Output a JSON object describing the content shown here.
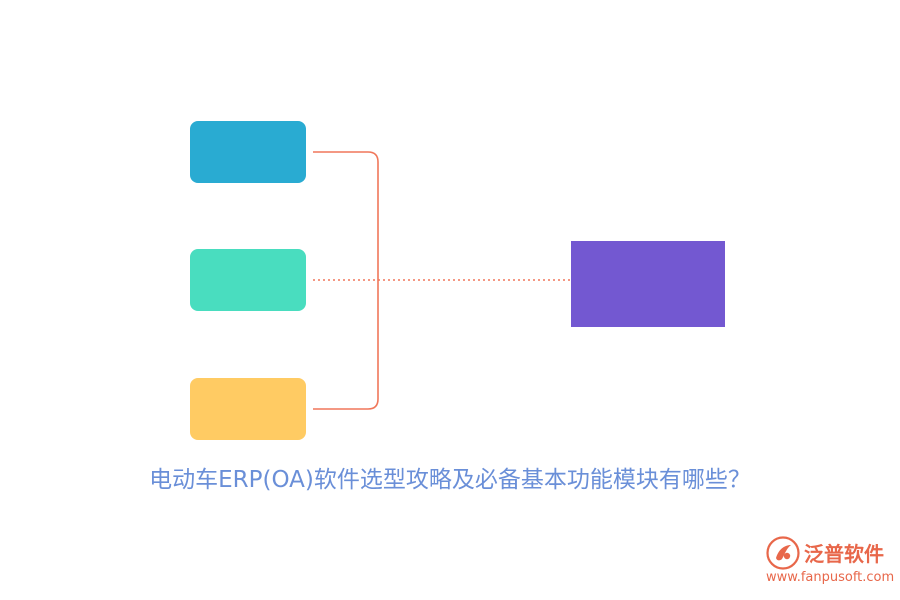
{
  "diagram": {
    "nodes": [
      {
        "id": "blue-node",
        "label": "",
        "color": "#29ABD2",
        "shape": "rounded-rect"
      },
      {
        "id": "green-node",
        "label": "",
        "color": "#49DDBF",
        "shape": "rounded-rect"
      },
      {
        "id": "yellow-node",
        "label": "",
        "color": "#FFCB63",
        "shape": "rounded-rect"
      },
      {
        "id": "purple-node",
        "label": "",
        "color": "#7358D1",
        "shape": "rect"
      }
    ],
    "connectors": [
      {
        "from": "blue-node",
        "to": "purple-node",
        "style": "solid",
        "color": "#F0775A"
      },
      {
        "from": "green-node",
        "to": "purple-node",
        "style": "dotted",
        "color": "#F0775A"
      },
      {
        "from": "yellow-node",
        "to": "purple-node",
        "style": "solid",
        "color": "#F0775A"
      }
    ]
  },
  "caption": {
    "text": "电动车ERP(OA)软件选型攻略及必备基本功能模块有哪些？",
    "color": "#6A8FD8"
  },
  "watermark": {
    "brand": "泛普软件",
    "url": "www.fanpusoft.com",
    "color": "#E8674A"
  }
}
